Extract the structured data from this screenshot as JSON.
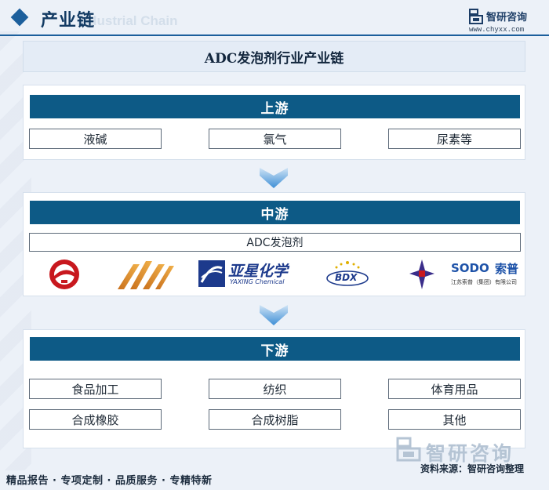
{
  "header": {
    "title": "产业链",
    "subtitle": "Industrial Chain",
    "brand_name": "智研咨询",
    "brand_url": "www.chyxx.com"
  },
  "banner": {
    "text": "ADC发泡剂行业产业链"
  },
  "upstream": {
    "title": "上游",
    "items": [
      "液碱",
      "氯气",
      "尿素等"
    ]
  },
  "midstream": {
    "title": "中游",
    "product": "ADC发泡剂",
    "logos": [
      {
        "icon": "red-circle-logo"
      },
      {
        "icon": "orange-stripes-logo"
      },
      {
        "icon": "yaxing-chemical-logo",
        "text": "亚星化学",
        "sub": "YAXING Chemical"
      },
      {
        "icon": "bdx-star-logo",
        "text": "BDX"
      },
      {
        "icon": "purple-star-logo"
      },
      {
        "icon": "sodo-logo",
        "text": "SODO",
        "text2": "索普",
        "sub": "江苏索普（集团）有限公司"
      }
    ]
  },
  "downstream": {
    "title": "下游",
    "items": [
      "食品加工",
      "纺织",
      "体育用品",
      "合成橡胶",
      "合成树脂",
      "其他"
    ]
  },
  "footer": {
    "slogan": "精品报告 · 专项定制 · 品质服务 · 专精特新",
    "source": "资料来源：智研咨询整理",
    "watermark": "智研咨询"
  },
  "colors": {
    "accent": "#0d5a86",
    "arrow": "#5b9bd5",
    "title": "#123a63"
  }
}
